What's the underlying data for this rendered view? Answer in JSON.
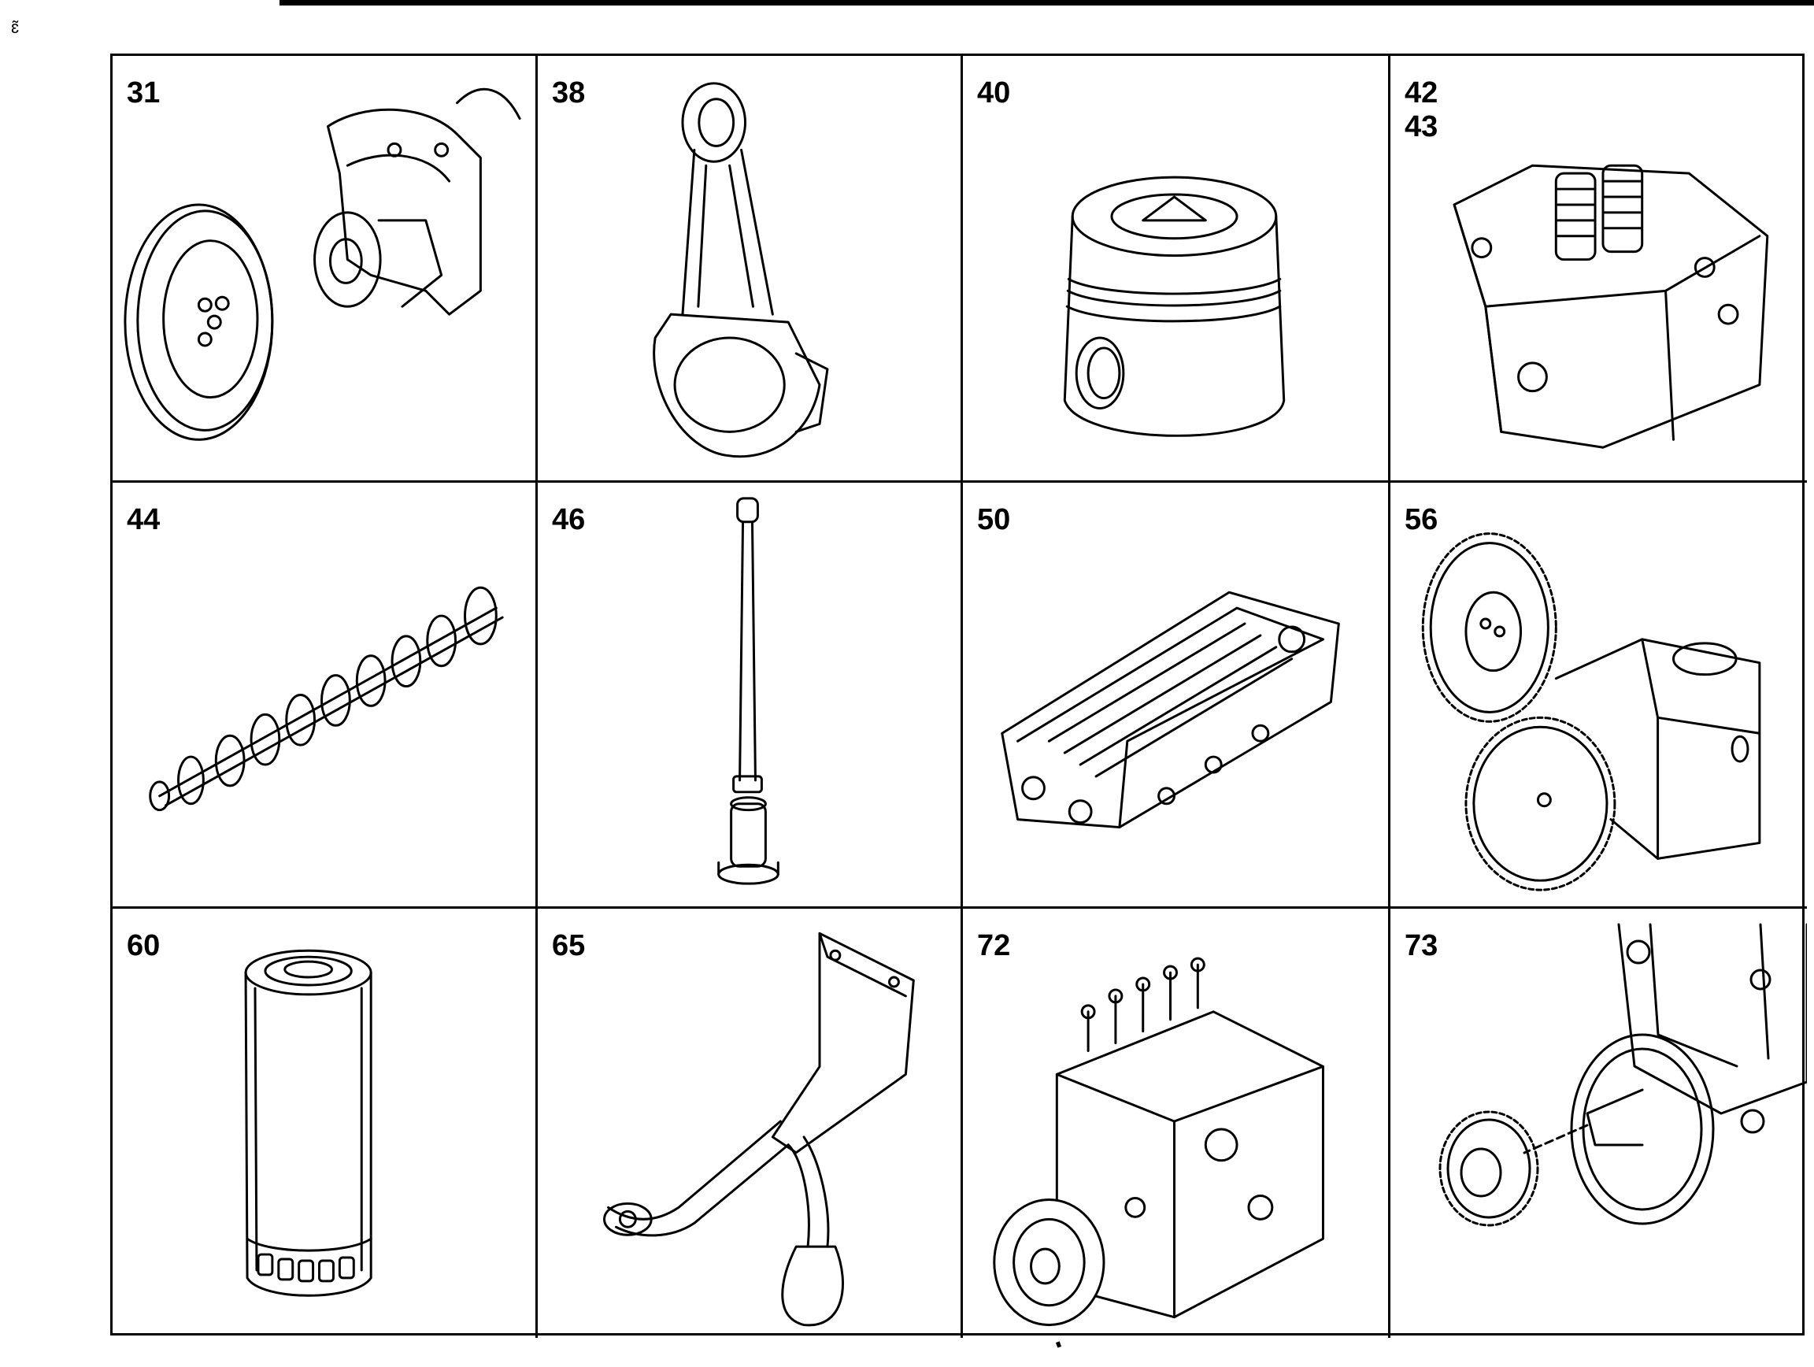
{
  "cells": [
    {
      "numbers": [
        "31"
      ],
      "icon": "crankshaft-icon"
    },
    {
      "numbers": [
        "38"
      ],
      "icon": "connecting-rod-icon"
    },
    {
      "numbers": [
        "40"
      ],
      "icon": "piston-icon"
    },
    {
      "numbers": [
        "42",
        "43"
      ],
      "icon": "cylinder-head-icon"
    },
    {
      "numbers": [
        "44"
      ],
      "icon": "camshaft-icon"
    },
    {
      "numbers": [
        "46"
      ],
      "icon": "pushrod-tappet-icon"
    },
    {
      "numbers": [
        "50"
      ],
      "icon": "oil-cooler-icon"
    },
    {
      "numbers": [
        "56"
      ],
      "icon": "oil-pump-gears-icon"
    },
    {
      "numbers": [
        "60"
      ],
      "icon": "oil-filter-icon"
    },
    {
      "numbers": [
        "65"
      ],
      "icon": "oil-pickup-tube-icon"
    },
    {
      "numbers": [
        "72"
      ],
      "icon": "injection-pump-icon"
    },
    {
      "numbers": [
        "73"
      ],
      "icon": "pump-drive-gear-icon"
    }
  ]
}
